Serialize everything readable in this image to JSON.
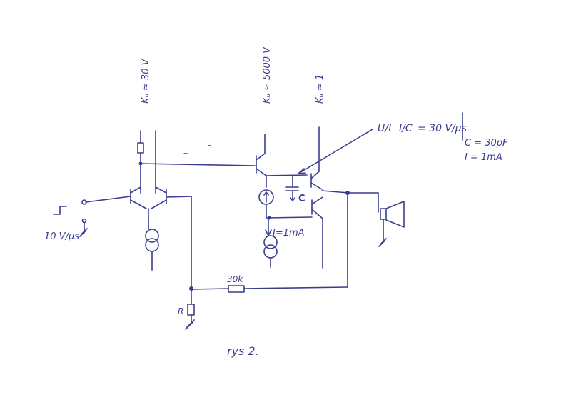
{
  "diagram": {
    "gain_labels": {
      "input_stage": "Kᵤ ≈ 30 V",
      "vas_stage": "Kᵤ ≈ 5000 V",
      "output_stage": "Kᵤ ≈ 1"
    },
    "formula": {
      "u_over_t": "U/t",
      "i_over_c": "I/C",
      "result": "= 30 V/µs",
      "params_c": "C = 30pF",
      "params_i": "I = 1mA"
    },
    "cap_label": "C",
    "current_label": "I=1mA",
    "input_slew": "10 V/µs",
    "feedback_resistor": "30k",
    "ground_resistor": "R",
    "caption": "rys 2."
  },
  "colors": {
    "ink": "#3a3d8f"
  }
}
